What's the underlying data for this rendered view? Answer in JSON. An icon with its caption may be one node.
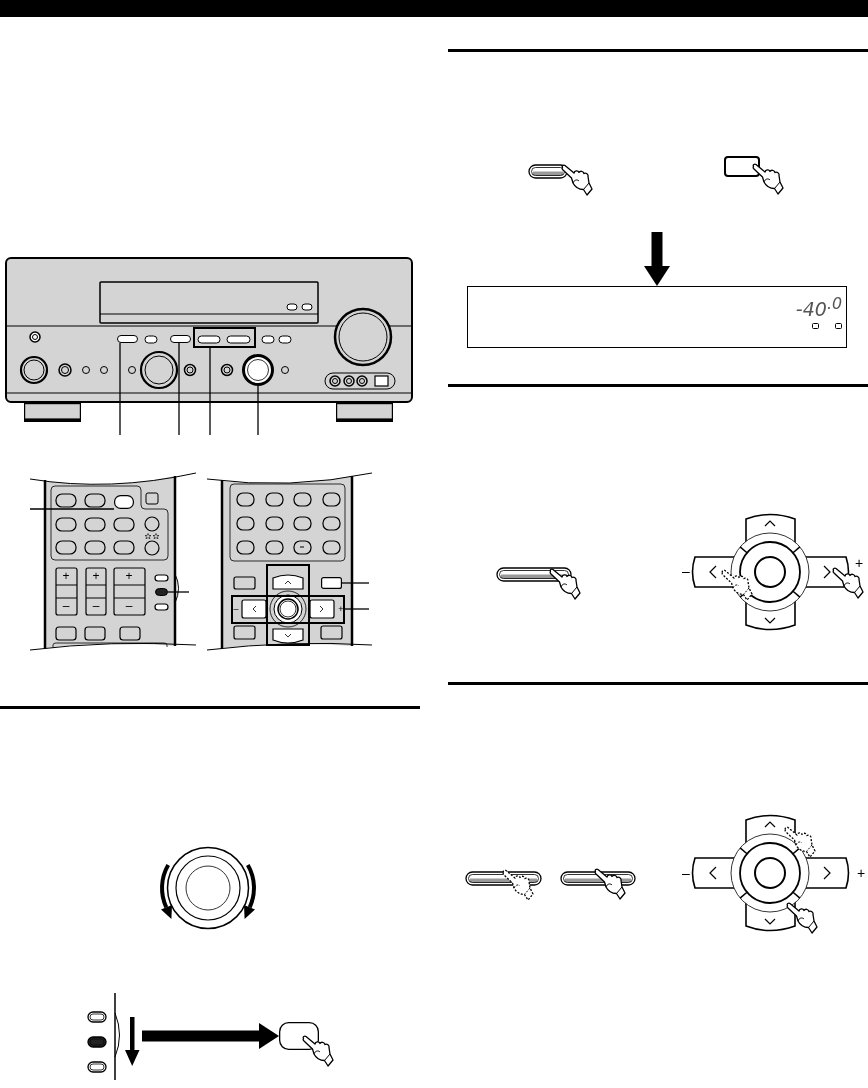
{
  "diagram": {
    "nodes": [
      {
        "text": [],
        "shape": "picture"
      },
      {
        "text": [],
        "shape": "box",
        "in": 0
      },
      {
        "text": [],
        "shape": "box",
        "in": 0
      },
      {
        "text": [],
        "shape": "box",
        "in": 0
      },
      {
        "text": [],
        "shape": "circle",
        "in": 0
      },
      {
        "text": [],
        "shape": "picture"
      },
      {
        "text": [],
        "shape": "box",
        "in": 5
      },
      {
        "text": [],
        "shape": "box",
        "in": 5
      },
      {
        "text": [],
        "shape": "picture"
      },
      {
        "text": [],
        "shape": "box",
        "in": 8
      },
      {
        "text": [],
        "shape": "box",
        "in": 8
      },
      {
        "text": [],
        "shape": "picture"
      },
      {
        "text": [],
        "shape": "box"
      },
      {
        "text": [
          "-40$^{.0}$"
        ]
      }
    ],
    "edges": [
      {
        "from": null,
        "to": 1,
        "arrow": "none"
      },
      {
        "from": null,
        "to": 2,
        "arrow": "none"
      },
      {
        "from": null,
        "to": 3,
        "arrow": "none"
      },
      {
        "from": null,
        "to": 4,
        "arrow": "none"
      },
      {
        "from": null,
        "to": 6,
        "arrow": "none"
      },
      {
        "from": null,
        "to": 7,
        "arrow": "none"
      },
      {
        "from": null,
        "to": 9,
        "arrow": "none"
      },
      {
        "from": null,
        "to": 10,
        "arrow": "none"
      },
      {
        "from": 11,
        "to": 12,
        "arrow": "to",
        "style": "thick"
      },
      {
        "from": null,
        "to": 13,
        "arrow": "to",
        "style": "thick"
      }
    ],
    "labels": [
      "+",
      "+",
      "+",
      "–",
      "–",
      "–",
      "–",
      "+",
      "–",
      "+",
      "–",
      "+"
    ]
  }
}
